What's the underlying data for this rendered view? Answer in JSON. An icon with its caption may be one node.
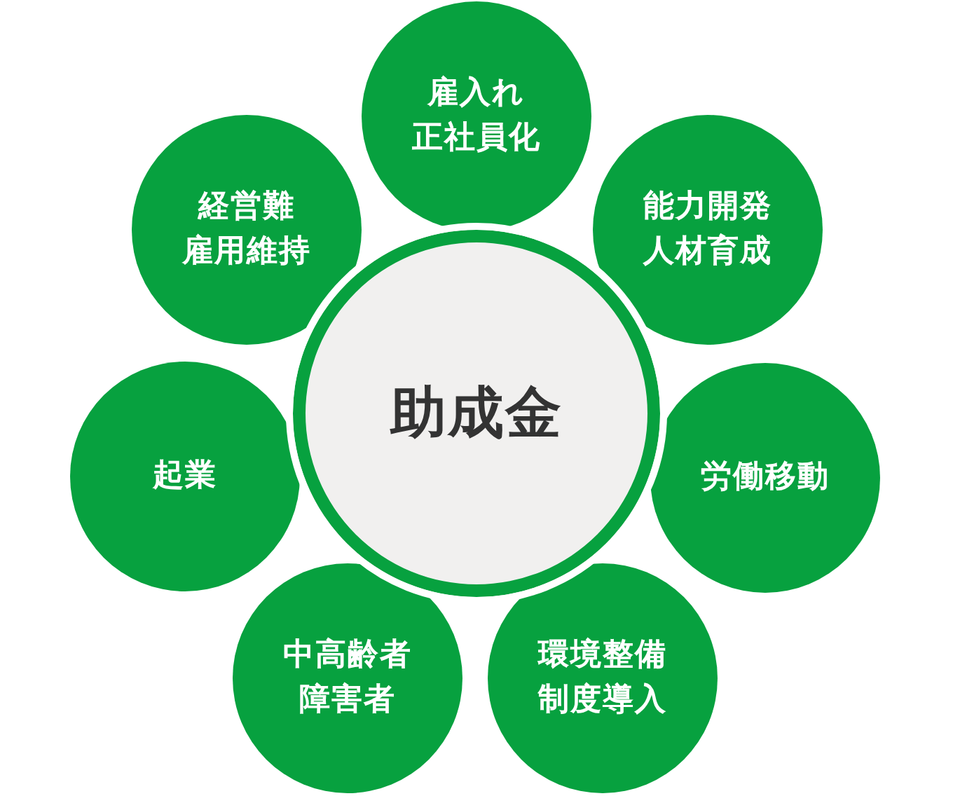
{
  "diagram": {
    "nodes": [
      {
        "text": [
          "助成金"
        ]
      },
      {
        "text": [
          "雇入れ",
          "正社員化"
        ]
      },
      {
        "text": [
          "能力開発",
          "人材育成"
        ]
      },
      {
        "text": [
          "労働移動"
        ]
      },
      {
        "text": [
          "環境整備",
          "制度導入"
        ]
      },
      {
        "text": [
          "中高齢者",
          "障害者"
        ]
      },
      {
        "text": [
          "起業"
        ]
      },
      {
        "text": [
          "経営難",
          "雇用維持"
        ]
      }
    ]
  }
}
